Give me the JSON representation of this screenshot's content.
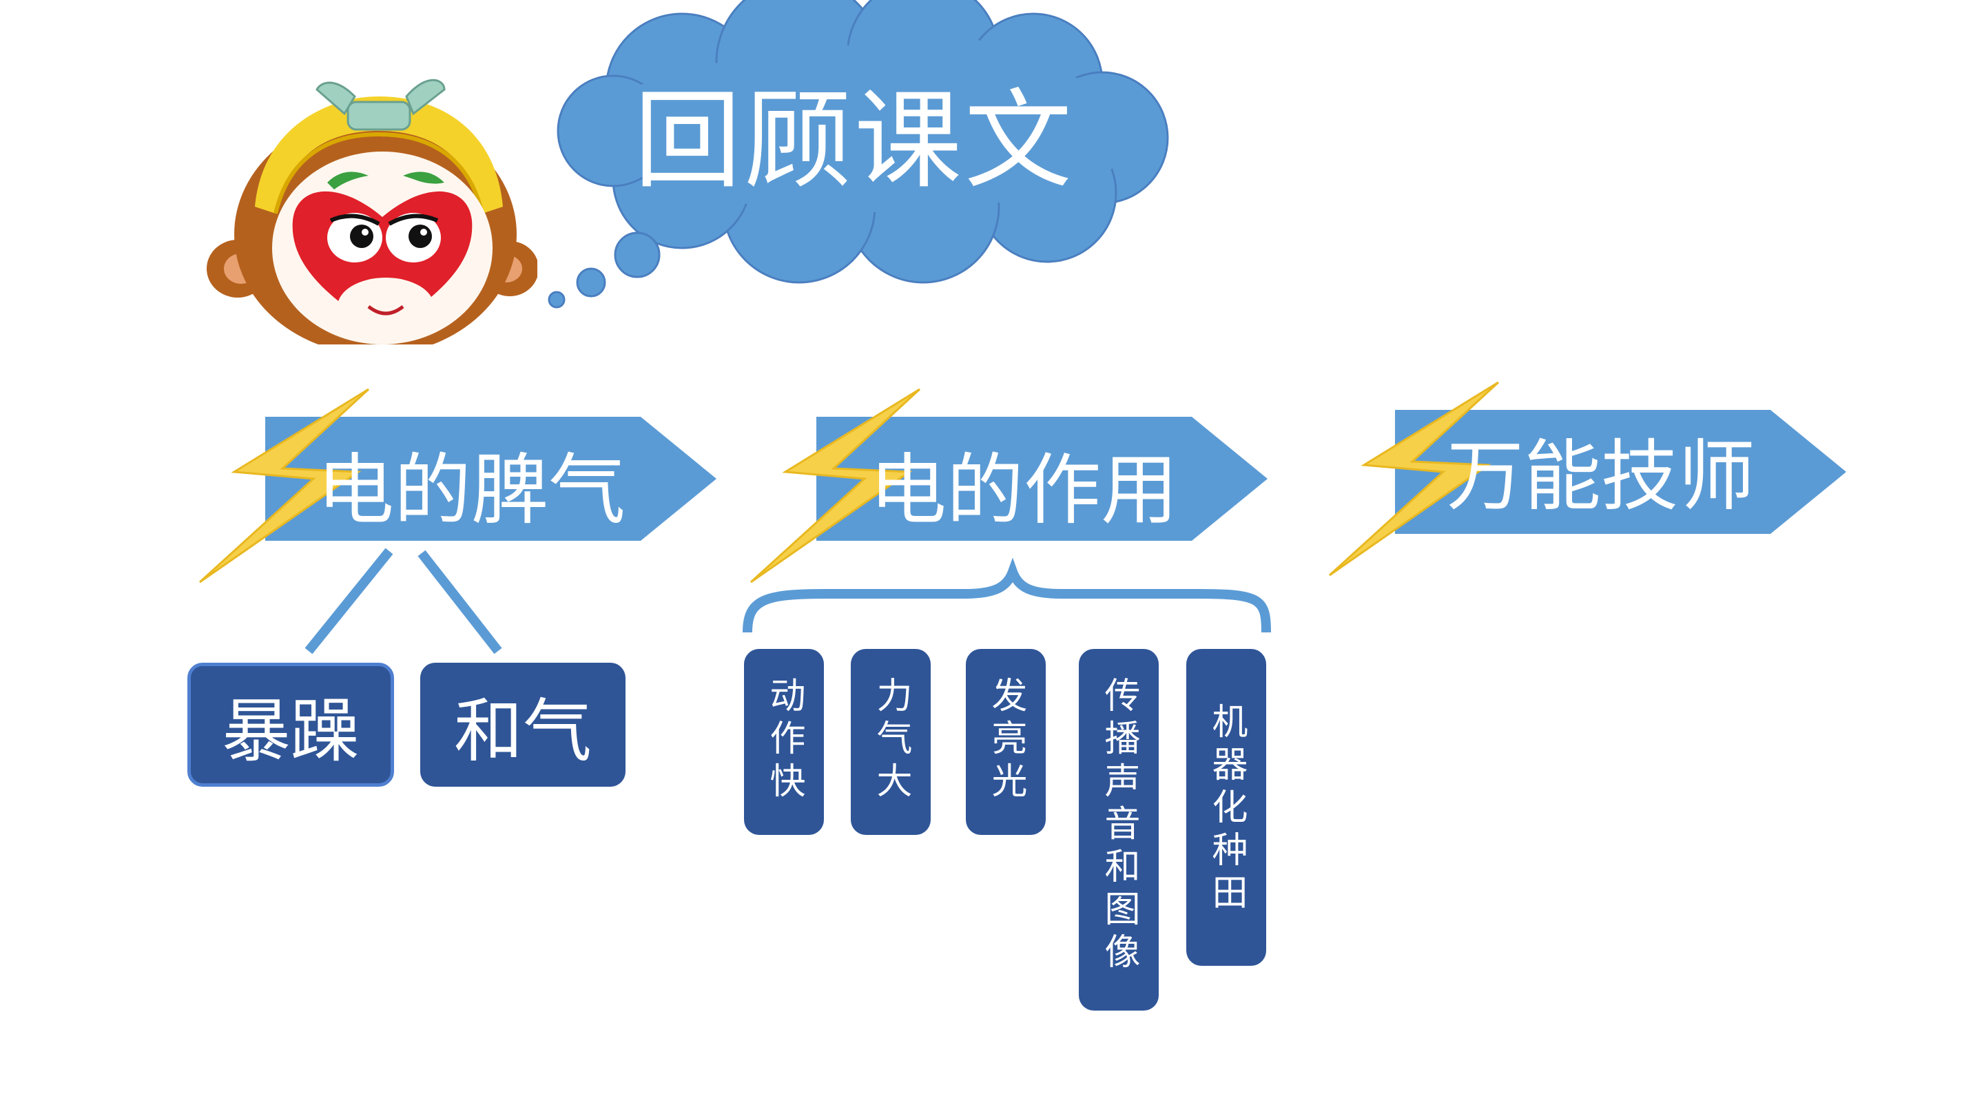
{
  "title": "回顾课文",
  "colors": {
    "banner": "#5b9bd5",
    "box": "#2f5597",
    "cloud": "#5b9bd5",
    "bolt": "#f7d04a",
    "line": "#5b9bd5"
  },
  "banners": [
    {
      "label": "电的脾气"
    },
    {
      "label": "电的作用"
    },
    {
      "label": "万能技师"
    }
  ],
  "temper": {
    "items": [
      "暴躁",
      "和气"
    ]
  },
  "uses": {
    "items": [
      "动作快",
      "力气大",
      "发亮光",
      "传播声音和图像",
      "机器化种田"
    ]
  },
  "icons": {
    "mascot": "monkey-king-face-icon",
    "bolt": "lightning-bolt-icon",
    "cloud": "thought-cloud-icon"
  }
}
